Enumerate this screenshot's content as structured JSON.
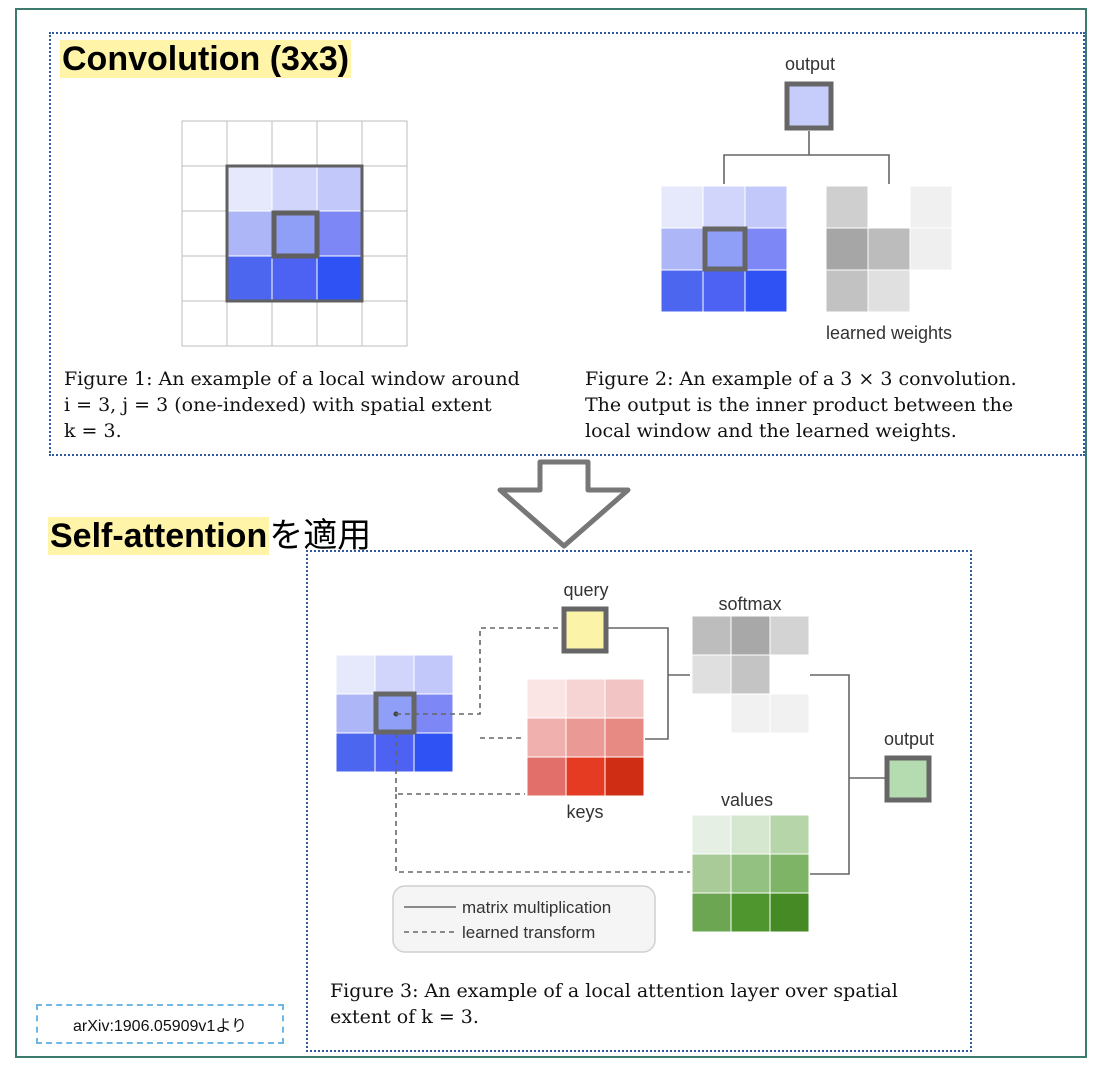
{
  "headings": {
    "conv": "Convolution (3x3)",
    "self_attention": "Self-attention",
    "self_attention_suffix": "を適用"
  },
  "fig1": {
    "caption_lines": [
      "Figure 1: An example of a local window around",
      "i = 3, j = 3 (one-indexed) with spatial extent",
      "k = 3."
    ],
    "window_colors": [
      "#e6e8fb",
      "#d1d5fb",
      "#c3c8fb",
      "#adb6f7",
      "#8f9ef6",
      "#7d88f6",
      "#4d66ef",
      "#4d62f2",
      "#2f52f4"
    ],
    "grid_rows": 5,
    "grid_cols": 5
  },
  "fig2": {
    "output_label": "output",
    "weights_label": "learned weights",
    "output_color": "#c7cdfb",
    "window_colors": [
      "#e6e8fb",
      "#d1d5fb",
      "#c3c8fb",
      "#adb6f7",
      "#8f9ef6",
      "#7d88f6",
      "#4d66ef",
      "#4d62f2",
      "#2f52f4"
    ],
    "weight_colors": [
      "#cfcfcf",
      "#ffffff",
      "#f0f0f0",
      "#a6a6a6",
      "#bcbcbc",
      "#efefef",
      "#c2c2c2",
      "#e0e0e0",
      "#ffffff"
    ],
    "caption_lines": [
      "Figure 2: An example of a 3 × 3 convolution.",
      "The output is the inner product between the",
      "local window and the learned weights."
    ]
  },
  "fig3": {
    "query_label": "query",
    "keys_label": "keys",
    "softmax_label": "softmax",
    "values_label": "values",
    "output_label": "output",
    "query_color": "#fbf3a8",
    "output_color": "#b5dbb1",
    "window_colors": [
      "#e6e8fb",
      "#d1d5fb",
      "#c3c8fb",
      "#adb6f7",
      "#8f9ef6",
      "#7d88f6",
      "#4d66ef",
      "#4d62f2",
      "#2f52f4"
    ],
    "keys_colors": [
      "#fbe4e4",
      "#f7d4d4",
      "#f3c4c4",
      "#efb0ae",
      "#eb9994",
      "#e88a84",
      "#e36f6b",
      "#e53b22",
      "#cf2e14"
    ],
    "softmax_colors": [
      "#bdbdbd",
      "#a8a8a8",
      "#d3d3d3",
      "#dfdfdf",
      "#c4c4c4",
      "#ffffff",
      "#ffffff",
      "#f1f1f1",
      "#f1f1f1"
    ],
    "values_colors": [
      "#e6efe3",
      "#d6e7cf",
      "#b6d5a9",
      "#a8cb98",
      "#93c182",
      "#7eb466",
      "#6ca653",
      "#4f962f",
      "#468a26"
    ],
    "legend_solid": "matrix multiplication",
    "legend_dashed": "learned transform",
    "caption_lines": [
      "Figure 3: An example of a local attention layer over spatial",
      "extent of k = 3."
    ]
  },
  "credit": "arXiv:1906.05909v1より"
}
